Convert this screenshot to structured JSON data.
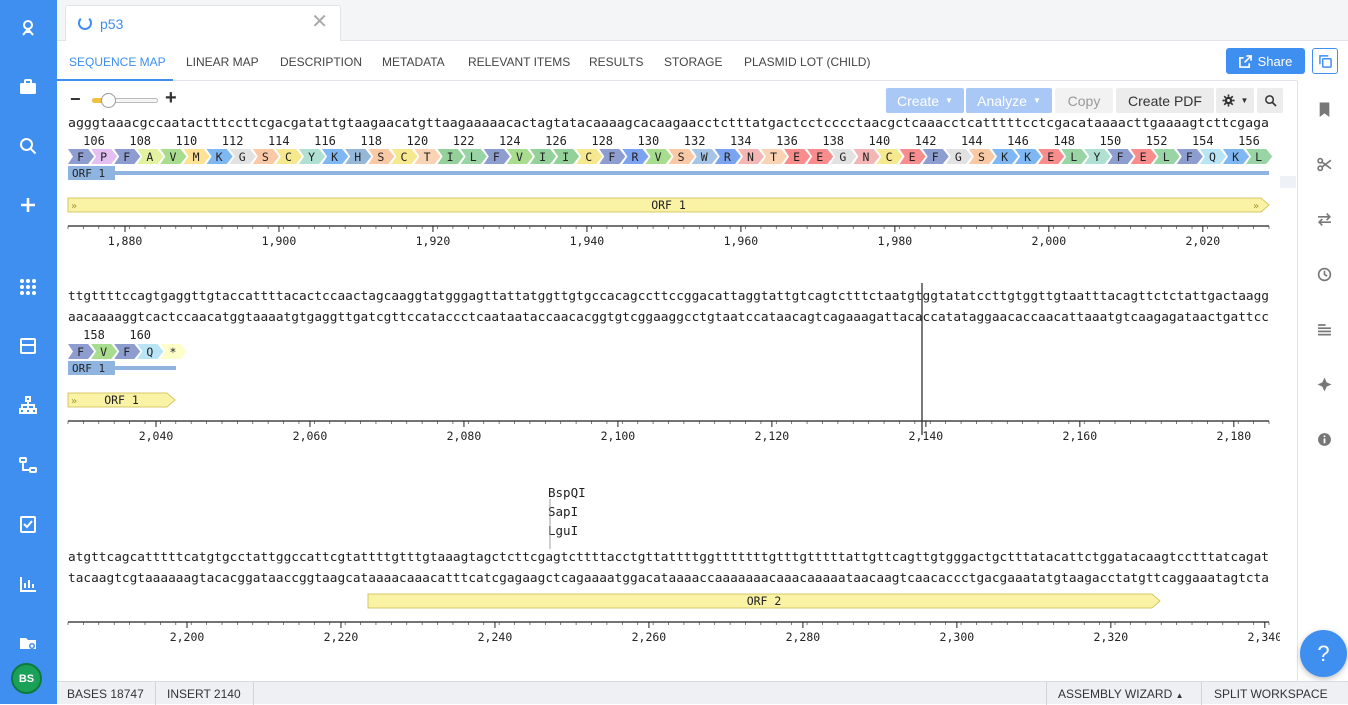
{
  "document": {
    "title": "p53",
    "close_glyph": "✕"
  },
  "tabs": [
    {
      "label": "SEQUENCE MAP",
      "active": true
    },
    {
      "label": "LINEAR MAP"
    },
    {
      "label": "DESCRIPTION"
    },
    {
      "label": "METADATA"
    },
    {
      "label": "RELEVANT ITEMS"
    },
    {
      "label": "RESULTS"
    },
    {
      "label": "STORAGE"
    },
    {
      "label": "PLASMID LOT (CHILD)"
    }
  ],
  "header": {
    "share_label": "Share"
  },
  "toolbar": {
    "zoom_minus": "−",
    "zoom_plus": "+",
    "zoom_level": 0.2,
    "create_label": "Create",
    "analyze_label": "Analyze",
    "copy_label": "Copy",
    "pdf_label": "Create PDF"
  },
  "sequence": {
    "row1": {
      "top_strand": "agggtaaacgccaatactttccttcgacgatattgtaagaacatgttaagaaaaacactagtatacaaaagcacaagaacctctttatgactcctcccctaacgctcaaacctcatttttcctcgacataaaacttgaaaagtcttcgaga",
      "aa_numbers": [
        "106",
        "108",
        "110",
        "112",
        "114",
        "116",
        "118",
        "120",
        "122",
        "124",
        "126",
        "128",
        "130",
        "132",
        "134",
        "136",
        "138",
        "140",
        "142",
        "144",
        "146",
        "148",
        "150",
        "152",
        "154",
        "156"
      ],
      "amino_acids": [
        "F",
        "P",
        "F",
        "A",
        "V",
        "M",
        "K",
        "G",
        "S",
        "C",
        "Y",
        "K",
        "H",
        "S",
        "C",
        "T",
        "I",
        "L",
        "F",
        "V",
        "I",
        "I",
        "C",
        "F",
        "R",
        "V",
        "S",
        "W",
        "R",
        "N",
        "T",
        "E",
        "E",
        "G",
        "N",
        "C",
        "E",
        "F",
        "G",
        "S",
        "K",
        "K",
        "E",
        "L",
        "Y",
        "F",
        "E",
        "L",
        "F",
        "Q",
        "K",
        "L"
      ],
      "orf_small_label": "ORF 1",
      "feature_label": "ORF 1",
      "ruler_ticks": [
        "1,880",
        "1,900",
        "1,920",
        "1,940",
        "1,960",
        "1,980",
        "2,000",
        "2,020"
      ]
    },
    "row2": {
      "top_strand": "ttgttttccagtgaggttgtaccattttacactccaactagcaaggtatgggagttattatggttgtgccacagccttccggacattaggtattgtcagtctttctaatgtggtatatccttgtggttgtaatttacagttctctattgactaagg",
      "bottom_strand": "aacaaaaggtcactccaacatggtaaaatgtgaggttgatcgttccataccctcaataataccaacacggtgtcggaaggcctgtaatccataacagtcagaaagattacaccatataggaacaccaacattaaatgtcaagagataactgattcc",
      "aa_numbers": [
        "158",
        "160"
      ],
      "amino_acids": [
        "F",
        "V",
        "F",
        "Q",
        "*"
      ],
      "orf_small_label": "ORF 1",
      "feature_label": "ORF 1",
      "ruler_ticks": [
        "2,040",
        "2,060",
        "2,080",
        "2,100",
        "2,120",
        "2,140",
        "2,160",
        "2,180"
      ]
    },
    "row3": {
      "enzymes": [
        "BspQI",
        "SapI",
        "LguI"
      ],
      "top_strand": "atgttcagcatttttcatgtgcctattggccattcgtattttgtttgtaaagtagctcttcgagtcttttacctgttattttggtttttttgtttgtttttattgttcagttgtgggactgctttatacattctggatacaagtcctttatcagat",
      "bottom_strand": "tacaagtcgtaaaaaagtacacggataaccggtaagcataaaacaaacatttcatcgagaagctcagaaaatggacataaaaccaaaaaaacaaacaaaaataacaagtcaacaccctgacgaaatatgtaagacctatgttcaggaaatagtcta",
      "feature_label": "ORF 2",
      "ruler_ticks": [
        "2,200",
        "2,220",
        "2,240",
        "2,260",
        "2,280",
        "2,300",
        "2,320",
        "2,340"
      ]
    }
  },
  "footer": {
    "bases_label": "BASES",
    "bases_value": "18747",
    "insert_label": "INSERT",
    "insert_value": "2140",
    "assembly_label": "ASSEMBLY WIZARD",
    "assembly_caret": "▲",
    "split_label": "SPLIT WORKSPACE"
  },
  "help": {
    "label": "?"
  },
  "user": {
    "initials": "BS"
  },
  "colors": {
    "accent": "#3f8ff0",
    "sidebar": "#3f8ff0",
    "orf_feature": "#faf3a6",
    "orf_track": "#8fb4e0",
    "avatar": "#1aa157",
    "aa_palette": {
      "F": "#8d9dd0",
      "P": "#e4c0f2",
      "A": "#e2f2a0",
      "V": "#a8dc8f",
      "M": "#ffe194",
      "K": "#7eb7f2",
      "G": "#e2e2e2",
      "S": "#f9c9a6",
      "C": "#f6e88f",
      "Y": "#b0e0d2",
      "H": "#95b7d8",
      "T": "#f9d3b4",
      "I": "#94d19a",
      "L": "#98d4a4",
      "R": "#7ca3ef",
      "W": "#a6c5e6",
      "N": "#f4b5b5",
      "E": "#f98c8c",
      "Q": "#b9e4f6",
      "*": "#fefec9"
    }
  },
  "icons": {
    "sidebar": [
      "benchling-logo-icon",
      "briefcase-icon",
      "search-icon",
      "plus-icon",
      "apps-grid-icon",
      "inventory-icon",
      "hierarchy-icon",
      "workflow-icon",
      "checklist-icon",
      "bar-chart-icon",
      "folder-settings-icon"
    ],
    "right_rail": [
      "bookmark-icon",
      "scissors-icon",
      "swap-arrows-icon",
      "history-icon",
      "align-lines-icon",
      "assembly-icon",
      "info-icon"
    ]
  }
}
